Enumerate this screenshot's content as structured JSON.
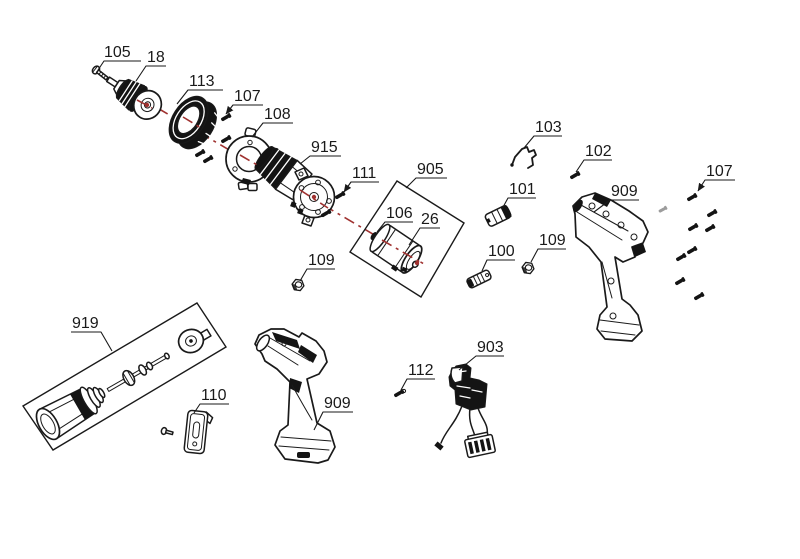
{
  "colors": {
    "background": "#ffffff",
    "line": "#1a1a1a",
    "dark_fill": "#141414",
    "axis": "#a03230",
    "gray_screw": "#9c9c9c"
  },
  "callouts": [
    {
      "id": "105",
      "text": "105"
    },
    {
      "id": "18",
      "text": "18"
    },
    {
      "id": "113",
      "text": "113"
    },
    {
      "id": "107-left",
      "text": "107"
    },
    {
      "id": "108",
      "text": "108"
    },
    {
      "id": "915",
      "text": "915"
    },
    {
      "id": "111",
      "text": "111"
    },
    {
      "id": "905",
      "text": "905"
    },
    {
      "id": "106",
      "text": "106"
    },
    {
      "id": "26",
      "text": "26"
    },
    {
      "id": "109-left",
      "text": "109"
    },
    {
      "id": "103",
      "text": "103"
    },
    {
      "id": "102",
      "text": "102"
    },
    {
      "id": "101",
      "text": "101"
    },
    {
      "id": "909-right",
      "text": "909"
    },
    {
      "id": "107-right",
      "text": "107"
    },
    {
      "id": "100",
      "text": "100"
    },
    {
      "id": "109-right",
      "text": "109"
    },
    {
      "id": "919",
      "text": "919"
    },
    {
      "id": "110",
      "text": "110"
    },
    {
      "id": "909-left",
      "text": "909"
    },
    {
      "id": "112",
      "text": "112"
    },
    {
      "id": "903",
      "text": "903"
    }
  ]
}
